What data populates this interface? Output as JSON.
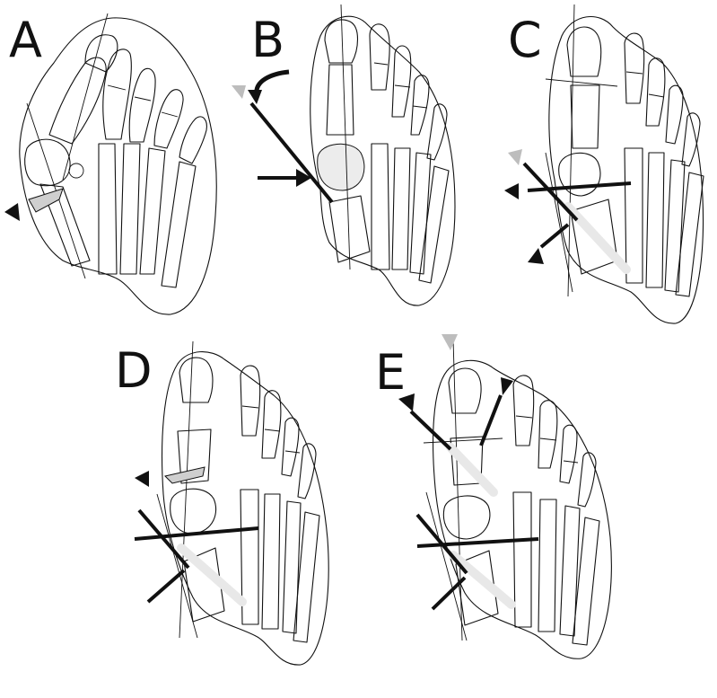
{
  "figure": {
    "panels": [
      {
        "label": "A"
      },
      {
        "label": "B"
      },
      {
        "label": "C"
      },
      {
        "label": "D"
      },
      {
        "label": "E"
      }
    ]
  },
  "colors": {
    "outline": "#111111",
    "wire": "#111111",
    "arrowhead_black": "#111111",
    "arrowhead_gray": "#bdbdbd",
    "wedge_fill": "#cfcfcf",
    "background": "#ffffff"
  }
}
